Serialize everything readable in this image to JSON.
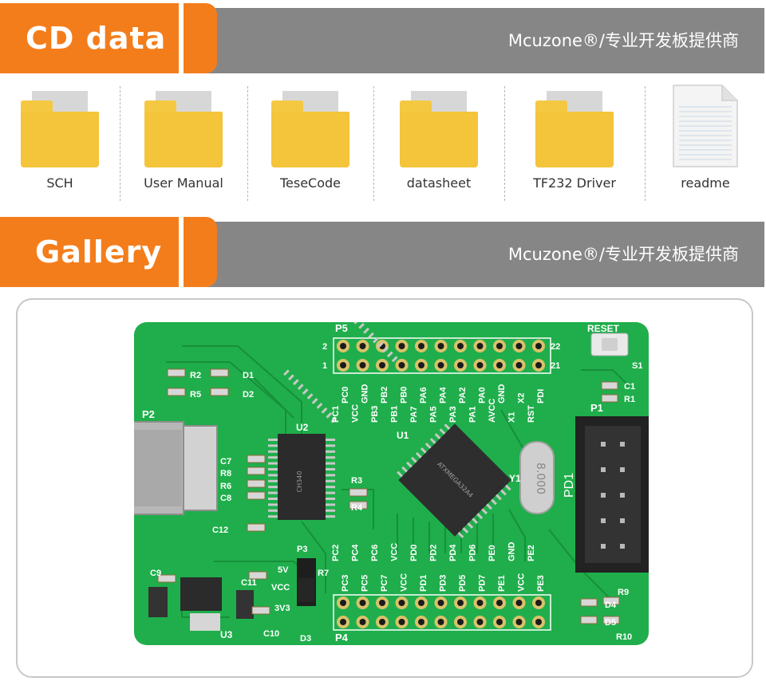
{
  "sections": {
    "cd": {
      "title": "CD data",
      "brand": "Mcuzone®/专业开发板提供商"
    },
    "gallery": {
      "title": "Gallery",
      "brand": "Mcuzone®/专业开发板提供商"
    }
  },
  "files": [
    {
      "name": "SCH",
      "icon": "folder-icon"
    },
    {
      "name": "User Manual",
      "icon": "folder-icon"
    },
    {
      "name": "TeseCode",
      "icon": "folder-icon"
    },
    {
      "name": "datasheet",
      "icon": "folder-icon"
    },
    {
      "name": "TF232 Driver",
      "icon": "folder-icon"
    },
    {
      "name": "readme",
      "icon": "document-icon"
    }
  ],
  "board": {
    "header_top": "P5",
    "header_bottom": "P4",
    "usb": "P2",
    "jtag": "P1",
    "chip_u1": "U1",
    "chip_u2": "U2",
    "crystal": "Y1",
    "u3": "U3",
    "reset_label": "RESET",
    "switch": "S1",
    "pin_2": "2",
    "pin_1": "1",
    "pin_22": "22",
    "pin_21": "21",
    "pd1_label": "PD1",
    "p3": "P3",
    "label_5v": "5V",
    "label_vcc": "VCC",
    "label_3v3": "3V3",
    "d3": "D3",
    "r7": "R7",
    "top_pins": [
      "PC1",
      "VCC",
      "PB3",
      "PB1",
      "PA7",
      "PA5",
      "PA3",
      "PA1",
      "AVCC",
      "X1",
      "RST"
    ],
    "top_pins2": [
      "PC0",
      "GND",
      "PB2",
      "PB0",
      "PA6",
      "PA4",
      "PA2",
      "PA0",
      "GND",
      "X2",
      "PDI"
    ],
    "bottom_pins": [
      "PC2",
      "PC4",
      "PC6",
      "VCC",
      "PD0",
      "PD2",
      "PD4",
      "PD6",
      "PE0",
      "GND",
      "PE2"
    ],
    "bottom_pins2": [
      "PC3",
      "PC5",
      "PC7",
      "VCC",
      "PD1",
      "PD3",
      "PD5",
      "PD7",
      "PE1",
      "VCC",
      "PE3"
    ],
    "left_parts": [
      "R2",
      "R5",
      "D1",
      "D2",
      "C7",
      "R8",
      "R6",
      "C8",
      "C12",
      "C9",
      "C11",
      "C10",
      "R3",
      "R4"
    ],
    "right_parts": [
      "C1",
      "R1",
      "R9",
      "D4",
      "D5",
      "R10"
    ],
    "chip_text": "ATXMEGA32A4",
    "crystal_text": "8.000",
    "usb_chip_text": "CH340"
  },
  "colors": {
    "orange": "#f47d1b",
    "gray": "#868686",
    "folder": "#f4c43a",
    "pcb": "#1fae4b"
  }
}
